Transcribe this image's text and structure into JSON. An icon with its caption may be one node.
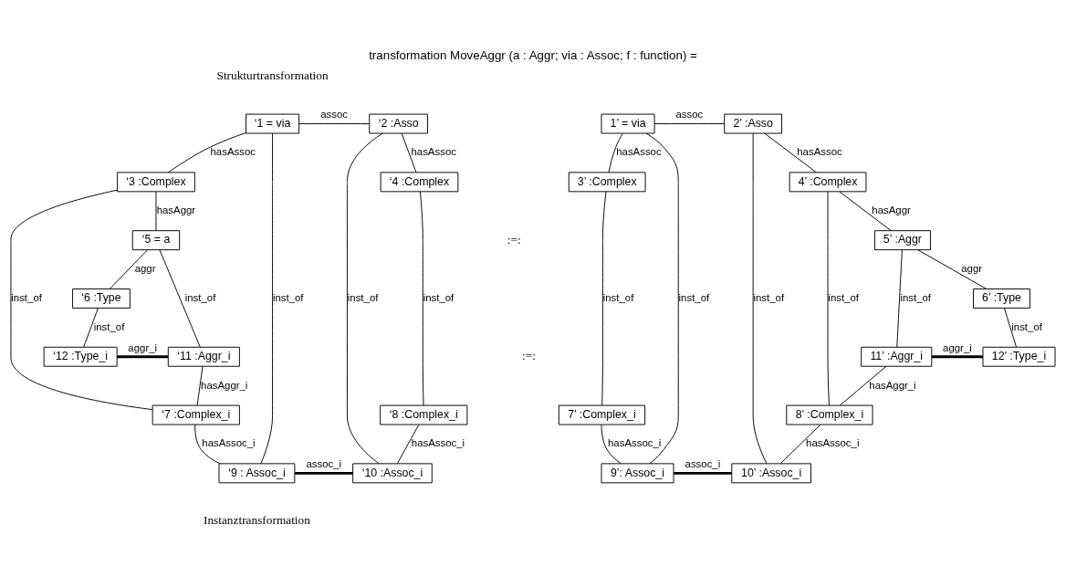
{
  "diagram": {
    "title": "transformation MoveAggr (a : Aggr; via : Assoc; f : function) =",
    "nodes": [
      {
        "text": [
          "‘1 = via"
        ]
      },
      {
        "text": [
          "‘2 :Asso"
        ]
      },
      {
        "text": [
          "‘3 :Complex"
        ]
      },
      {
        "text": [
          "‘4 :Complex"
        ]
      },
      {
        "text": [
          "‘5 = a"
        ]
      },
      {
        "text": [
          "‘6 :Type"
        ]
      },
      {
        "text": [
          "‘12 :Type_i"
        ]
      },
      {
        "text": [
          "‘11 :Aggr_i"
        ]
      },
      {
        "text": [
          "‘7 :Complex_i"
        ]
      },
      {
        "text": [
          "‘8 :Complex_i"
        ]
      },
      {
        "text": [
          "‘9 : Assoc_i"
        ]
      },
      {
        "text": [
          "‘10 :Assoc_i"
        ]
      },
      {
        "text": [
          "1’ = via"
        ]
      },
      {
        "text": [
          "2’ :Asso"
        ]
      },
      {
        "text": [
          "3’ :Complex"
        ]
      },
      {
        "text": [
          "4’ :Complex"
        ]
      },
      {
        "text": [
          "5’ :Aggr"
        ]
      },
      {
        "text": [
          "6’ :Type"
        ]
      },
      {
        "text": [
          "12’ :Type_i"
        ]
      },
      {
        "text": [
          "11’ :Aggr_i"
        ]
      },
      {
        "text": [
          "7’ :Complex_i"
        ]
      },
      {
        "text": [
          "8’ :Complex_i"
        ]
      },
      {
        "text": [
          "9’: Assoc_i"
        ]
      },
      {
        "text": [
          "10’ :Assoc_i"
        ]
      }
    ],
    "edges": [
      {
        "from": 0,
        "to": 1,
        "arrow": "none",
        "label": "assoc"
      },
      {
        "from": 0,
        "to": 2,
        "arrow": "none",
        "label": "hasAssoc"
      },
      {
        "from": 1,
        "to": 3,
        "arrow": "none",
        "label": "hasAssoc"
      },
      {
        "from": 2,
        "to": 4,
        "arrow": "none",
        "label": "hasAggr"
      },
      {
        "from": 4,
        "to": 5,
        "arrow": "none",
        "label": "aggr"
      },
      {
        "from": 5,
        "to": 6,
        "arrow": "none",
        "label": "inst_of"
      },
      {
        "from": 4,
        "to": 7,
        "arrow": "none",
        "label": "inst_of"
      },
      {
        "from": 6,
        "to": 7,
        "arrow": "none",
        "label": "aggr_i",
        "style": "thick"
      },
      {
        "from": 7,
        "to": 8,
        "arrow": "none",
        "label": "hasAggr_i"
      },
      {
        "from": 2,
        "to": 8,
        "arrow": "none",
        "label": "inst_of"
      },
      {
        "from": 3,
        "to": 9,
        "arrow": "none",
        "label": "inst_of"
      },
      {
        "from": 8,
        "to": 10,
        "arrow": "none",
        "label": "hasAssoc_i"
      },
      {
        "from": 9,
        "to": 11,
        "arrow": "none",
        "label": "hasAssoc_i"
      },
      {
        "from": 10,
        "to": 11,
        "arrow": "none",
        "label": "assoc_i",
        "style": "thick"
      },
      {
        "from": 0,
        "to": 10,
        "arrow": "none",
        "label": "inst_of"
      },
      {
        "from": 1,
        "to": 11,
        "arrow": "none",
        "label": "inst_of"
      },
      {
        "from": 12,
        "to": 13,
        "arrow": "none",
        "label": "assoc"
      },
      {
        "from": 12,
        "to": 14,
        "arrow": "none",
        "label": "hasAssoc"
      },
      {
        "from": 13,
        "to": 15,
        "arrow": "none",
        "label": "hasAssoc"
      },
      {
        "from": 15,
        "to": 16,
        "arrow": "none",
        "label": "hasAggr"
      },
      {
        "from": 16,
        "to": 17,
        "arrow": "none",
        "label": "aggr"
      },
      {
        "from": 17,
        "to": 18,
        "arrow": "none",
        "label": "inst_of"
      },
      {
        "from": 16,
        "to": 19,
        "arrow": "none",
        "label": "inst_of"
      },
      {
        "from": 19,
        "to": 18,
        "arrow": "none",
        "label": "aggr_i",
        "style": "thick"
      },
      {
        "from": 19,
        "to": 21,
        "arrow": "none",
        "label": "hasAggr_i"
      },
      {
        "from": 14,
        "to": 20,
        "arrow": "none",
        "label": "inst_of"
      },
      {
        "from": 15,
        "to": 21,
        "arrow": "none",
        "label": "inst_of"
      },
      {
        "from": 20,
        "to": 22,
        "arrow": "none",
        "label": "hasAssoc_i"
      },
      {
        "from": 21,
        "to": 23,
        "arrow": "none",
        "label": "hasAssoc_i"
      },
      {
        "from": 22,
        "to": 23,
        "arrow": "none",
        "label": "assoc_i",
        "style": "thick"
      },
      {
        "from": 12,
        "to": 22,
        "arrow": "none",
        "label": "inst_of"
      },
      {
        "from": 13,
        "to": 23,
        "arrow": "none",
        "label": "inst_of"
      }
    ],
    "labels": [
      "Strukturtransformation",
      ":=:",
      ":=:",
      "Instanztransformation"
    ]
  }
}
